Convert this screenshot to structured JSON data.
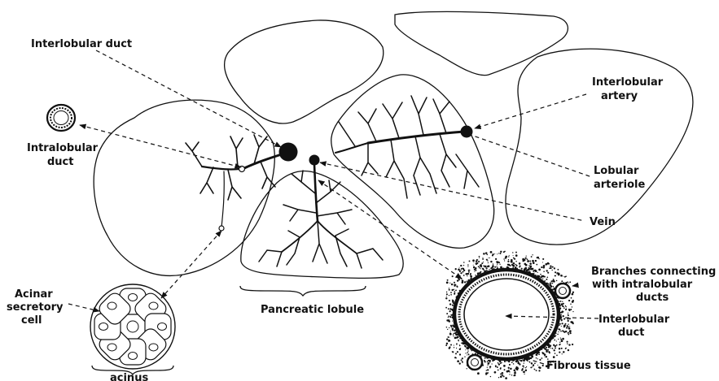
{
  "labels": {
    "interlobular_duct_top": "Interlobular duct",
    "interlobular_artery": [
      "Interlobular",
      "artery"
    ],
    "intralobular_duct": [
      "Intralobular",
      "duct"
    ],
    "lobular_arteriole": [
      "Lobular",
      "arteriole"
    ],
    "vein": "Vein",
    "branches_connecting": [
      "Branches connecting",
      "with intralobular",
      "ducts"
    ],
    "acinar_secretory_cell": [
      "Acinar",
      "secretory",
      "cell"
    ],
    "pancreatic_lobule": "Pancreatic lobule",
    "interlobular_duct_bottom": [
      "Interlobular",
      "duct"
    ],
    "fibrous_tissue": "Fibrous tissue",
    "acinus": "acinus"
  },
  "colors": {
    "ink": "#111111",
    "background": "#ffffff"
  }
}
